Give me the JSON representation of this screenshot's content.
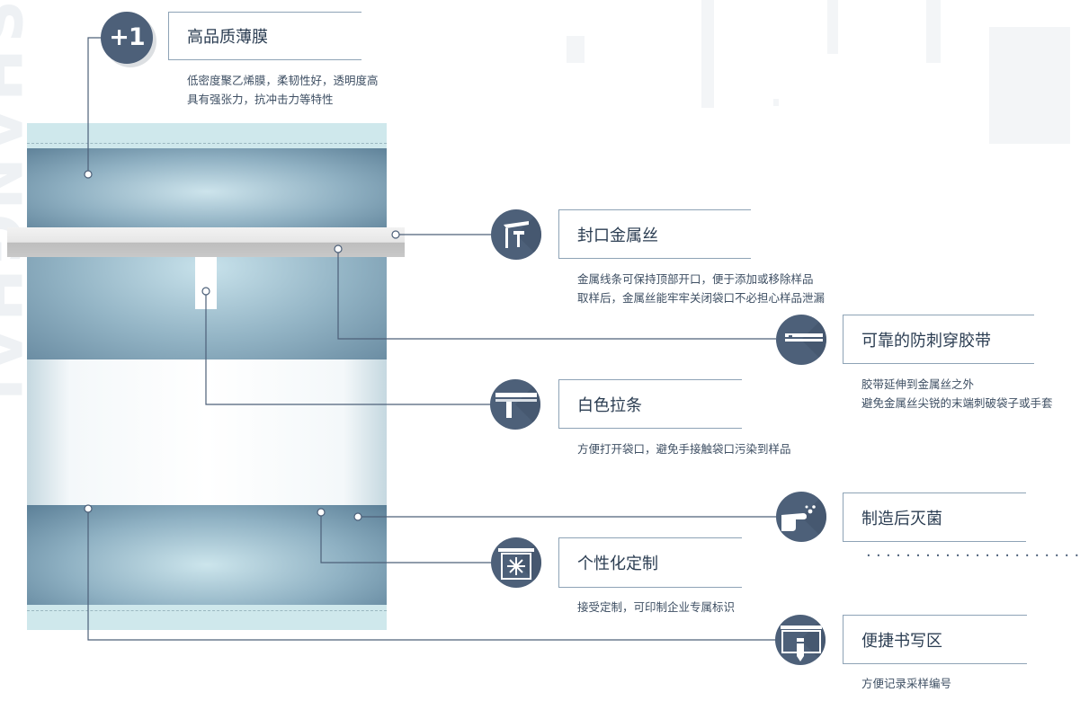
{
  "watermark": "SHANGHAI",
  "plus_badge": "+1",
  "features": {
    "film": {
      "title": "高品质薄膜",
      "desc": [
        "低密度聚乙烯膜，柔韧性好，透明度高",
        "具有强张力，抗冲击力等特性"
      ]
    },
    "wire": {
      "title": "封口金属丝",
      "desc": [
        "金属线条可保持顶部开口，便于添加或移除样品",
        "取样后，金属丝能牢牢关闭袋口不必担心样品泄漏"
      ]
    },
    "tape": {
      "title": "可靠的防刺穿胶带",
      "desc": [
        "胶带延伸到金属丝之外",
        "避免金属丝尖锐的末端刺破袋子或手套"
      ]
    },
    "pull": {
      "title": "白色拉条",
      "desc": [
        "方便打开袋口，避免手接触袋口污染到样品"
      ]
    },
    "sterile": {
      "title": "制造后灭菌",
      "desc": []
    },
    "custom": {
      "title": "个性化定制",
      "desc": [
        "接受定制，可印制企业专属标识"
      ]
    },
    "write": {
      "title": "便捷书写区",
      "desc": [
        "方便记录采样编号"
      ]
    }
  },
  "colors": {
    "icon": "#4d6079",
    "line": "#4d6079",
    "strip": "#cfe8ec"
  }
}
